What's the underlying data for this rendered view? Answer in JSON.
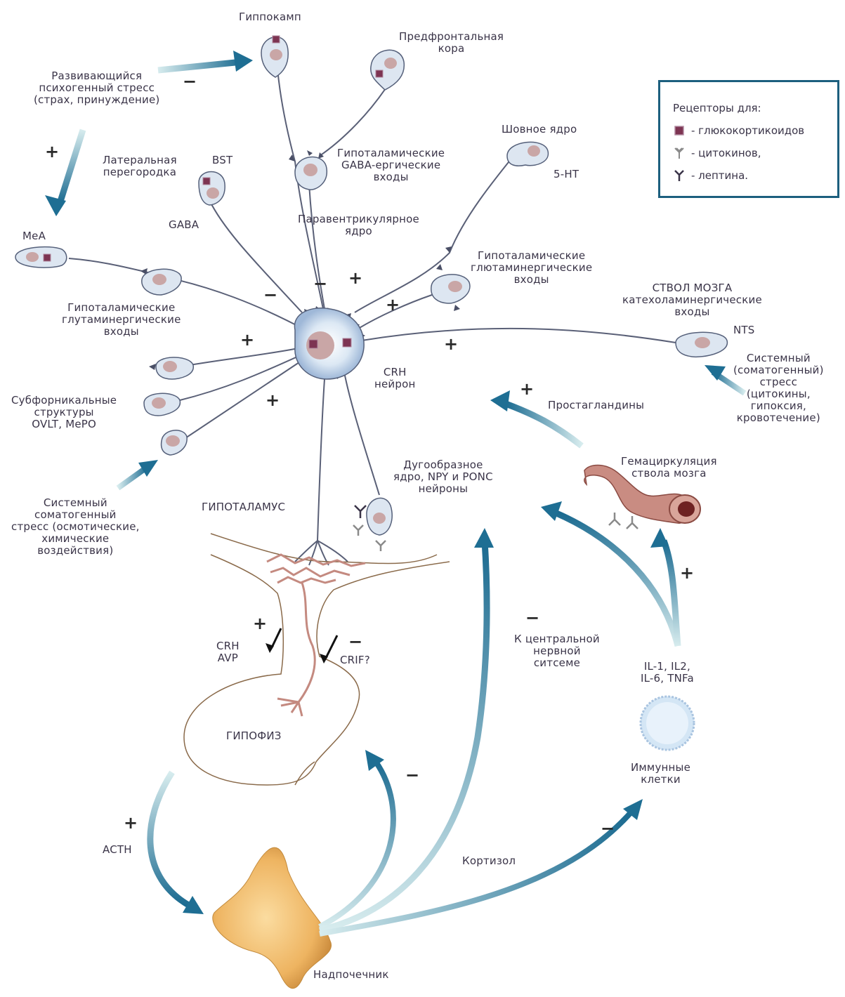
{
  "labels": {
    "hippocampus": "Гиппокамп",
    "prefrontal": "Предфронтальная\nкора",
    "stress_psy": "Развивающийся\nпсихогенный стресс\n(страх, принуждение)",
    "raphe": "Шовное ядро",
    "serotonin": "5-HT",
    "lat_septum": "Латеральная\nперегородка",
    "bst": "BST",
    "gaba_inputs": "Гипоталамические\nGABA-ергические\nвходы",
    "gaba": "GABA",
    "pvn": "Паравентрикулярное\nядро",
    "mea": "MeA",
    "glut_left": "Гипоталамические\nглутаминергические\nвходы",
    "glut_right": "Гипоталамические\nглютаминергические\nвходы",
    "brainstem": "СТВОЛ МОЗГА\nкатехоламинергические\nвходы",
    "nts": "NTS",
    "crh_neuron": "CRH\nнейрон",
    "subfornical": "Субфорникальные\nструктуры\nOVLT, MePO",
    "systemic_right": "Системный\n(соматогенный)\nстресс\n(цитокины,\nгипоксия,\nкровотечение)",
    "prostaglandins": "Простагландины",
    "arcuate": "Дугообразное\nядро, NPY и PONC\nнейроны",
    "hemocirc": "Гемациркуляция\nствола мозга",
    "systemic_left": "Системный\nсоматогенный\nстресс (осмотические,\nхимические\nвоздействия)",
    "hypothalamus": "ГИПОТАЛАМУС",
    "crh_avp": "CRH\nAVP",
    "crif": "CRIF?",
    "cns": "К центральной\nнервной\nситсеме",
    "cytokines": "IL-1, IL2,\nIL-6, TNFa",
    "pituitary": "ГИПОФИЗ",
    "immune": "Иммунные\nклетки",
    "acth": "ACTH",
    "cortisol": "Кортизол",
    "adrenal": "Надпочечник"
  },
  "signs": {
    "hippo_arrow": "−",
    "mea_arrow": "+",
    "gaba_minus": "−",
    "pvn_minus": "−",
    "plus_top": "+",
    "plus_glut_r": "+",
    "plus_glut_l": "+",
    "plus_nts": "+",
    "plus_sub": "+",
    "plus_prost": "+",
    "pit_plus": "+",
    "pit_minus": "−",
    "cns_minus": "−",
    "cyt_plus": "+",
    "cort_minus": "−",
    "immune_minus": "−",
    "acth_plus": "+"
  },
  "legend": {
    "title": "Рецепторы для:",
    "items": [
      {
        "icon": "glucocorticoid-receptor-icon",
        "label": "- глюкокортикоидов"
      },
      {
        "icon": "cytokine-receptor-icon",
        "label": "- цитокинов,"
      },
      {
        "icon": "leptin-receptor-icon",
        "label": "- лептина."
      }
    ]
  },
  "colors": {
    "arrow_blue": "#1e6e93",
    "neuron_fill": "#dde6f1",
    "neuron_stroke": "#55607a",
    "nucleus": "#c9a6a6",
    "receptor_square": "#7d3452",
    "vessel": "#c98c82",
    "adrenal": "#f0b968"
  }
}
